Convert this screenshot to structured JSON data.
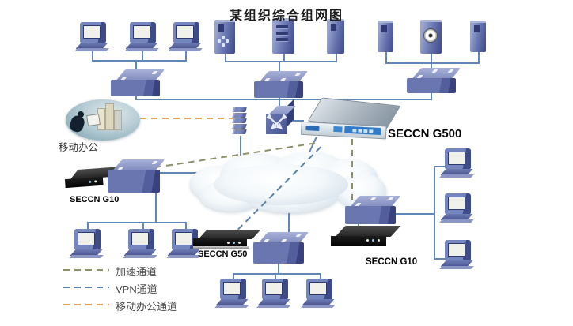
{
  "title": "某组织综合组网图",
  "devices": {
    "g500_label": "SECCN G500",
    "g10_left_label": "SECCN G10",
    "g50_label": "SECCN G50",
    "g10_right_label": "SECCN G10",
    "mobile_office_label": "移动办公"
  },
  "legend": {
    "items": [
      {
        "label": "加速通道",
        "color": "#8f8f6a",
        "style": "dashed"
      },
      {
        "label": "VPN通道",
        "color": "#5580b0",
        "style": "dashed"
      },
      {
        "label": "移动办公通道",
        "color": "#e8a455",
        "style": "dashed"
      }
    ]
  },
  "colors": {
    "device_blue": "#5a68a0",
    "lan_line": "#5f87b8",
    "accel_channel": "#8f8f6a",
    "vpn_channel": "#5580b0",
    "mobile_channel": "#e8a455",
    "appliance_black": "#111111",
    "g500_panel_blue": "#2f7bc8"
  }
}
